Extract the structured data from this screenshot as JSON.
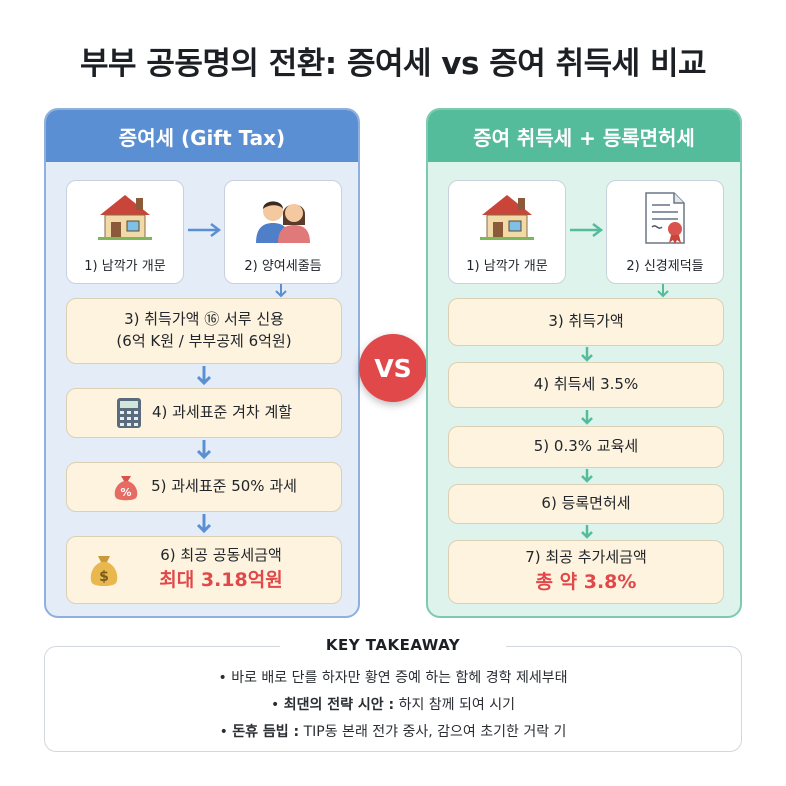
{
  "title": "부부 공동명의 전환: 증여세 vs 증여 취득세 비교",
  "vs_label": "VS",
  "left": {
    "header": "증여세 (Gift Tax)",
    "card1": "1) 남깍가 개문",
    "card2": "2) 양여세줄듬",
    "step3_line1": "3) 취득가액 ⑯ 서루 신용",
    "step3_line2": "(6억 K원 / 부부공제 6억원)",
    "step4": "4) 과세표준 겨차 계할",
    "step5": "5) 과세표준 50% 과세",
    "step6_line1": "6) 최공 공동세금액",
    "step6_line2": "최대 3.18억원"
  },
  "right": {
    "header": "증여 취득세 + 등록면허세",
    "card1": "1) 남깍가 개문",
    "card2": "2) 신경제덕들",
    "step3": "3) 취득가액",
    "step4": "4) 취득세 3.5%",
    "step5": "5) 0.3% 교육세",
    "step6": "6) 등록면허세",
    "step7_line1": "7) 최공 추가세금액",
    "step7_line2": "총 약 3.8%"
  },
  "takeaway": {
    "title": "KEY TAKEAWAY",
    "line1": "바로 배로 단를 하자만 황연 증예 하는 함헤 경학 제세부태",
    "line2_bold": "최댄의 전략 시안 :",
    "line2_rest": " 하지 참께 되여 시기",
    "line3_bold": "돈휴 듬빕 :",
    "line3_rest": " TIP동 본래 전갸 중사, 감으여 초기한 거락 기"
  },
  "colors": {
    "left_accent": "#5b8fd4",
    "right_accent": "#54bc9a",
    "vs_red": "#e0484a",
    "step_box": "#fdf3de"
  }
}
